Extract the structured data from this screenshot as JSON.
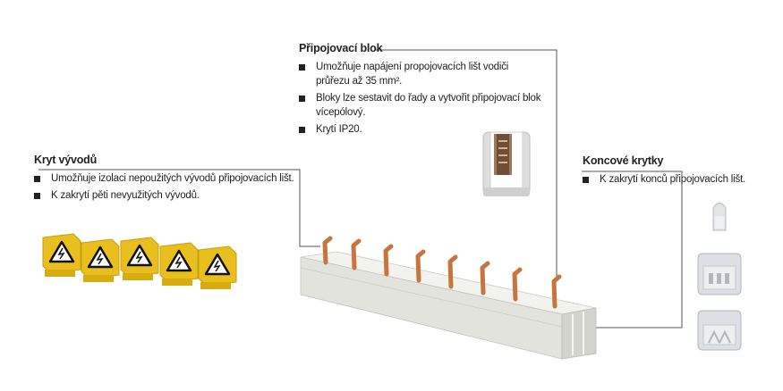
{
  "terminal_cover": {
    "title": "Kryt vývodů",
    "bullets": [
      "Umožňuje izolaci nepoužitých vývodů připojovacích lišt.",
      "K zakrytí pěti nevyužitých vývodů."
    ]
  },
  "connection_block": {
    "title": "Připojovací blok",
    "bullets": [
      "Umožňuje napájení propojovacích lišt vodiči průřezu až 35 mm².",
      "Bloky lze sestavit do řady a vytvořit připojovací blok vícepólový.",
      "Krytí IP20."
    ]
  },
  "end_caps": {
    "title": "Koncové krytky",
    "bullets": [
      "K zakrytí konců připojovacích lišt."
    ]
  },
  "colors": {
    "cover_yellow": "#e8bf1e",
    "copper": "#c8743c",
    "busbar_grey": "#e3e3de",
    "leader_line": "#555555"
  },
  "icons": [
    "warning-triangle-icon"
  ]
}
